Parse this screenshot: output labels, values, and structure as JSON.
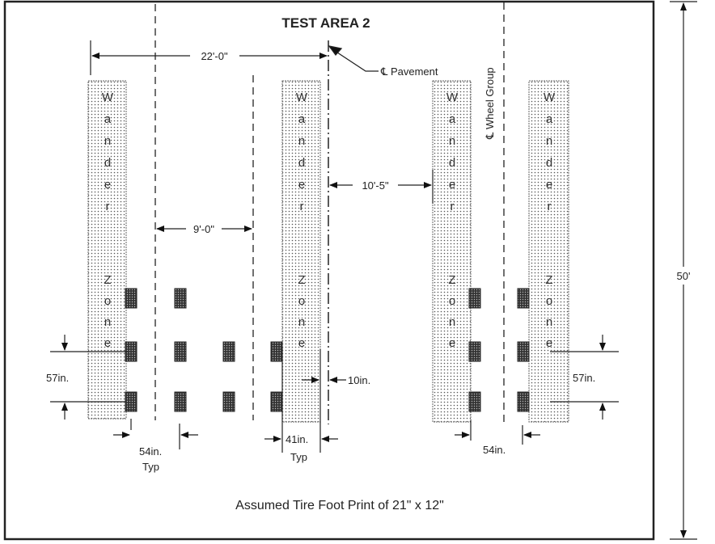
{
  "title": "TEST AREA 2",
  "dimensions": {
    "overall_width": "22'-0\"",
    "lane_spacing": "9'-0\"",
    "offset_center": "10'-5\"",
    "length": "50'",
    "axle_spacing_left": "57in.",
    "axle_spacing_right": "57in.",
    "tire_gap_left": "54in.",
    "tire_gap_left_typ": "Typ",
    "zone_width": "41in.",
    "zone_width_typ": "Typ",
    "center_offset": "10in.",
    "tire_gap_right": "54in."
  },
  "labels": {
    "pavement_centerline": "℄ Pavement",
    "wheel_group_centerline": "℄ Wheel Group"
  },
  "wander_zone": {
    "word1": "Wander",
    "word2": "Zone"
  },
  "caption": "Assumed Tire Foot Print of 21\" x 12\""
}
